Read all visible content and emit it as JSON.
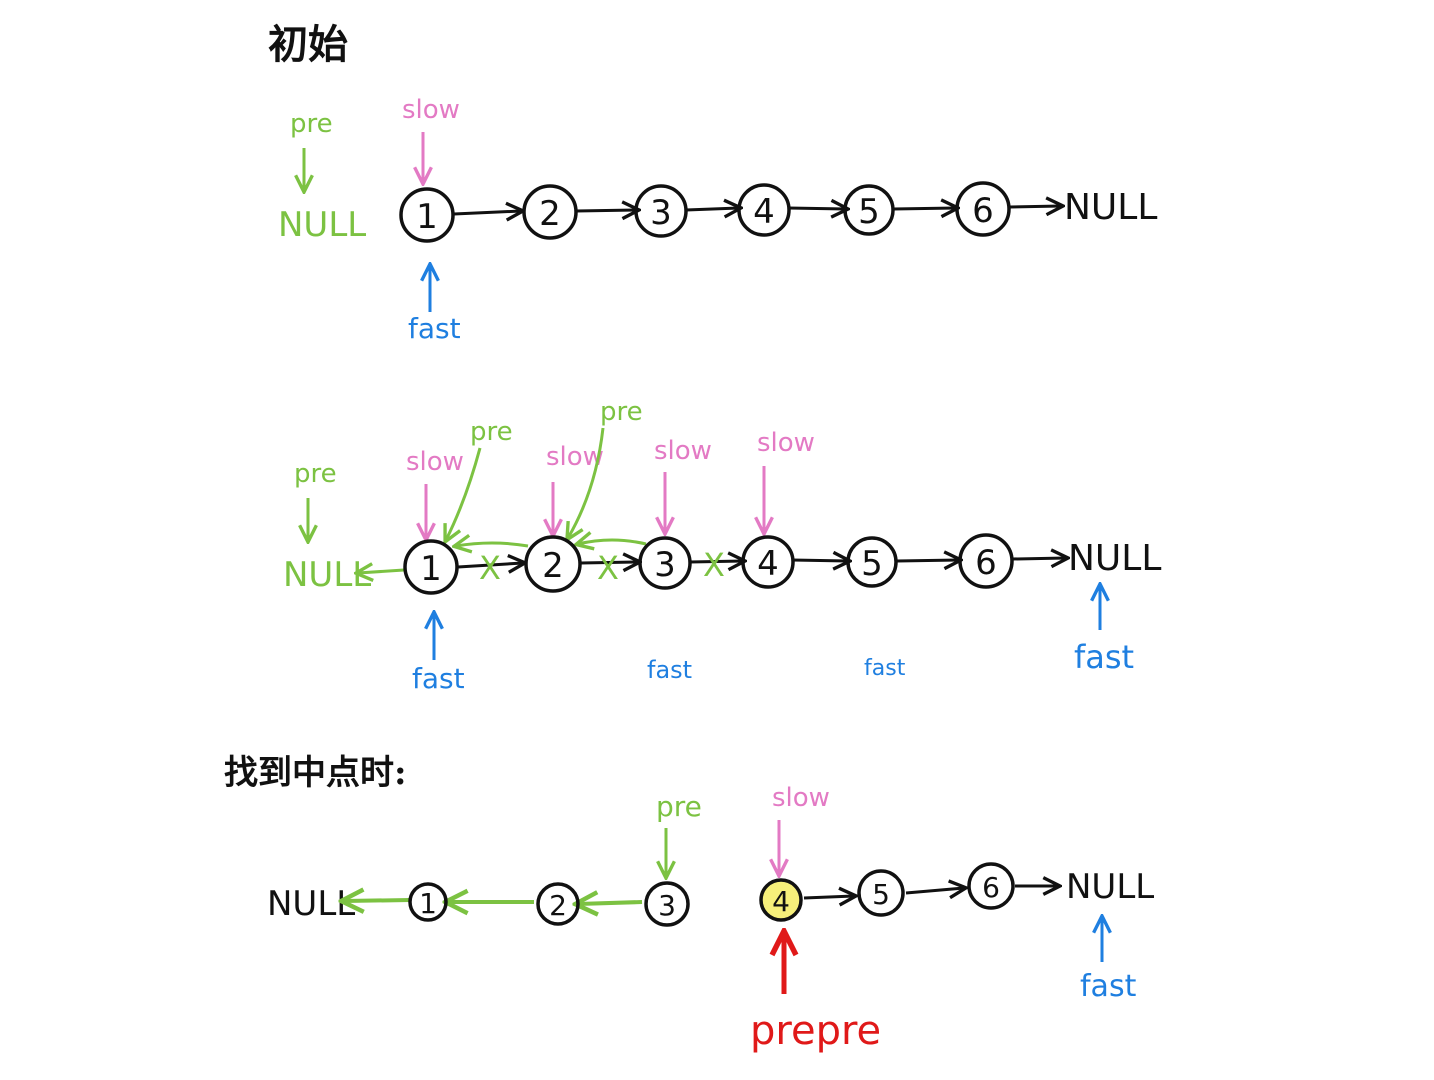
{
  "colors": {
    "ink": "#111111",
    "pre": "#7cc242",
    "slow": "#e37ac4",
    "fast": "#1f7fe0",
    "prepre": "#e01919",
    "highlight": "#f6ef7a"
  },
  "sections": {
    "initial": {
      "title": "初始",
      "nodes": [
        "1",
        "2",
        "3",
        "4",
        "5",
        "6"
      ],
      "null_label": "NULL",
      "pre": {
        "label": "pre",
        "target": "NULL"
      },
      "slow": {
        "label": "slow",
        "target": "1"
      },
      "fast": {
        "label": "fast",
        "target": "1"
      }
    },
    "traversal": {
      "nodes": [
        "1",
        "2",
        "3",
        "4",
        "5",
        "6"
      ],
      "left_null_label": "NULL",
      "right_null_label": "NULL",
      "pre_labels": [
        "pre",
        "pre",
        "pre"
      ],
      "slow_labels": [
        "slow",
        "slow",
        "slow",
        "slow"
      ],
      "fast_labels": [
        "fast",
        "fast",
        "fast",
        "fast"
      ],
      "cut_mark": "X"
    },
    "midpoint": {
      "title": "找到中点时:",
      "nodes": [
        "1",
        "2",
        "3",
        "4",
        "5",
        "6"
      ],
      "left_null_label": "NULL",
      "right_null_label": "NULL",
      "pre": {
        "label": "pre",
        "target": "3"
      },
      "slow": {
        "label": "slow",
        "target": "4"
      },
      "fast": {
        "label": "fast",
        "target": "NULL"
      },
      "prepre": {
        "label": "prepre",
        "target": "4"
      }
    }
  }
}
